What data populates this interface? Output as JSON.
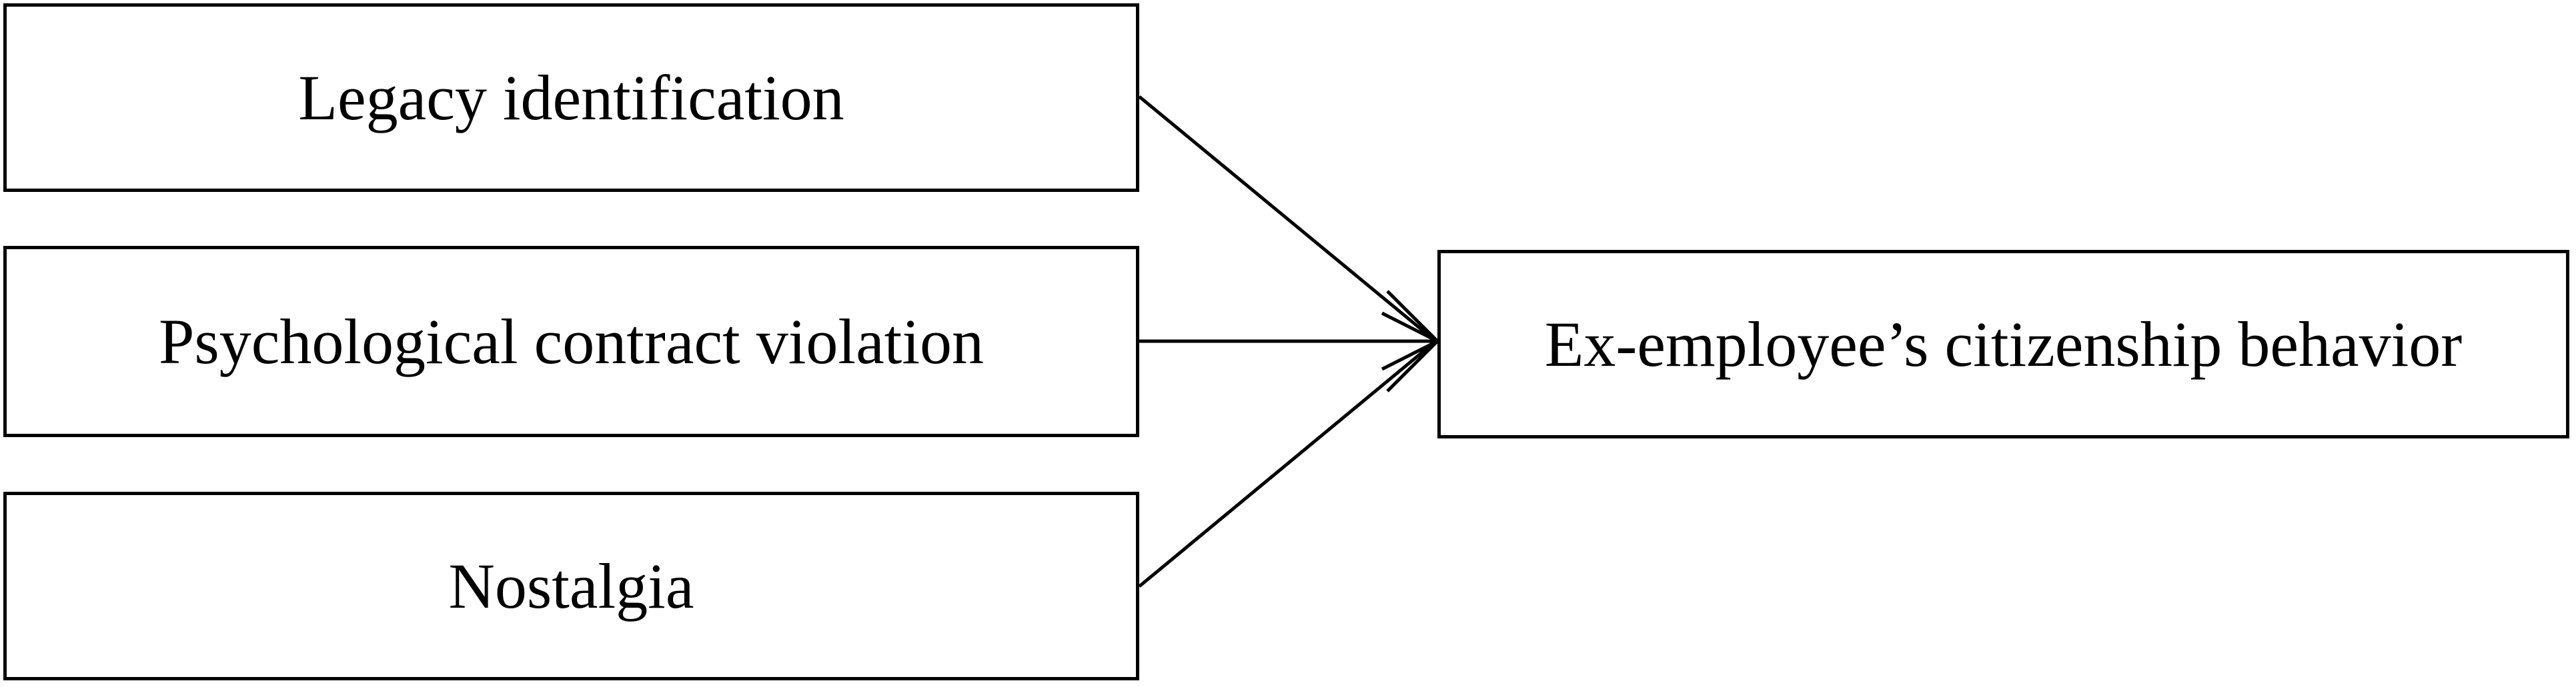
{
  "diagram": {
    "nodes": [
      {
        "id": "legacy",
        "label": "Legacy identification"
      },
      {
        "id": "pcv",
        "label": "Psychological contract violation"
      },
      {
        "id": "nostalgia",
        "label": "Nostalgia"
      },
      {
        "id": "outcome",
        "label": "Ex-employee’s citizenship behavior"
      }
    ],
    "edges": [
      {
        "from": "legacy",
        "to": "outcome"
      },
      {
        "from": "pcv",
        "to": "outcome"
      },
      {
        "from": "nostalgia",
        "to": "outcome"
      }
    ],
    "colors": {
      "stroke": "#000000",
      "fill": "#ffffff"
    }
  }
}
